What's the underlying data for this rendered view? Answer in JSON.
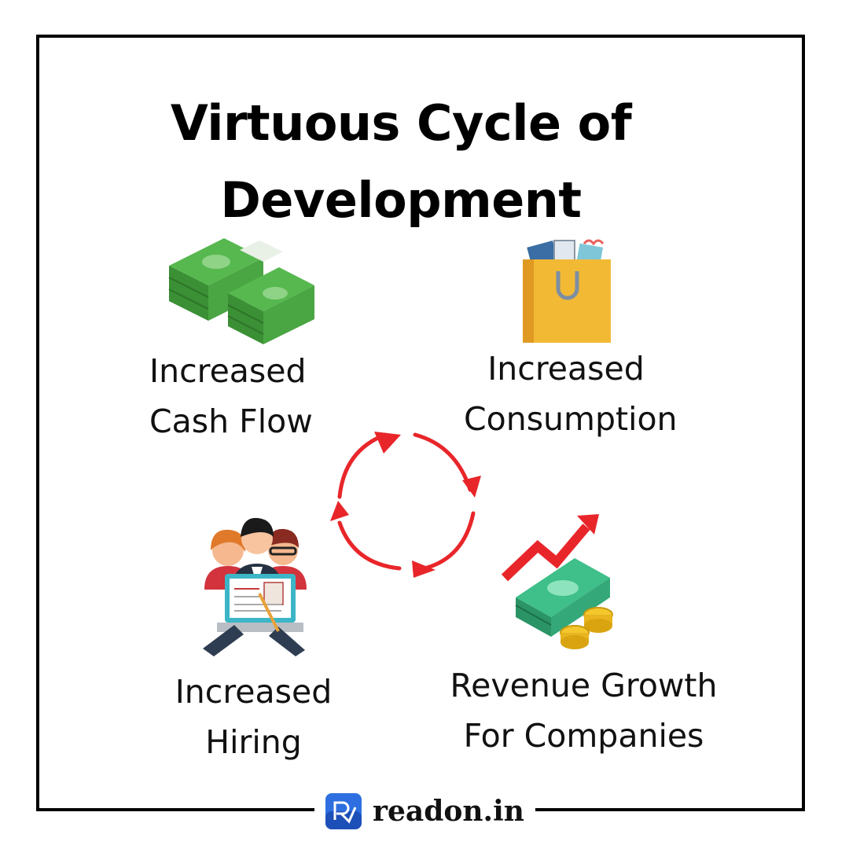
{
  "title": {
    "line1": "Virtuous Cycle of",
    "line2": "Development"
  },
  "nodes": [
    {
      "line1": "Increased",
      "line2": "Cash Flow",
      "icon": "cash-stack-icon"
    },
    {
      "line1": "Increased",
      "line2": "Consumption",
      "icon": "shopping-bag-icon"
    },
    {
      "line1": "Revenue Growth",
      "line2": "For Companies",
      "icon": "revenue-growth-icon"
    },
    {
      "line1": "Increased",
      "line2": "Hiring",
      "icon": "hiring-people-icon"
    }
  ],
  "brand": {
    "text": "readon.in",
    "icon": "readon-logo-icon"
  },
  "colors": {
    "arrows": "#e8262a",
    "cash": "#3f9e3a",
    "bag": "#f2b935",
    "frame": "#000000"
  }
}
